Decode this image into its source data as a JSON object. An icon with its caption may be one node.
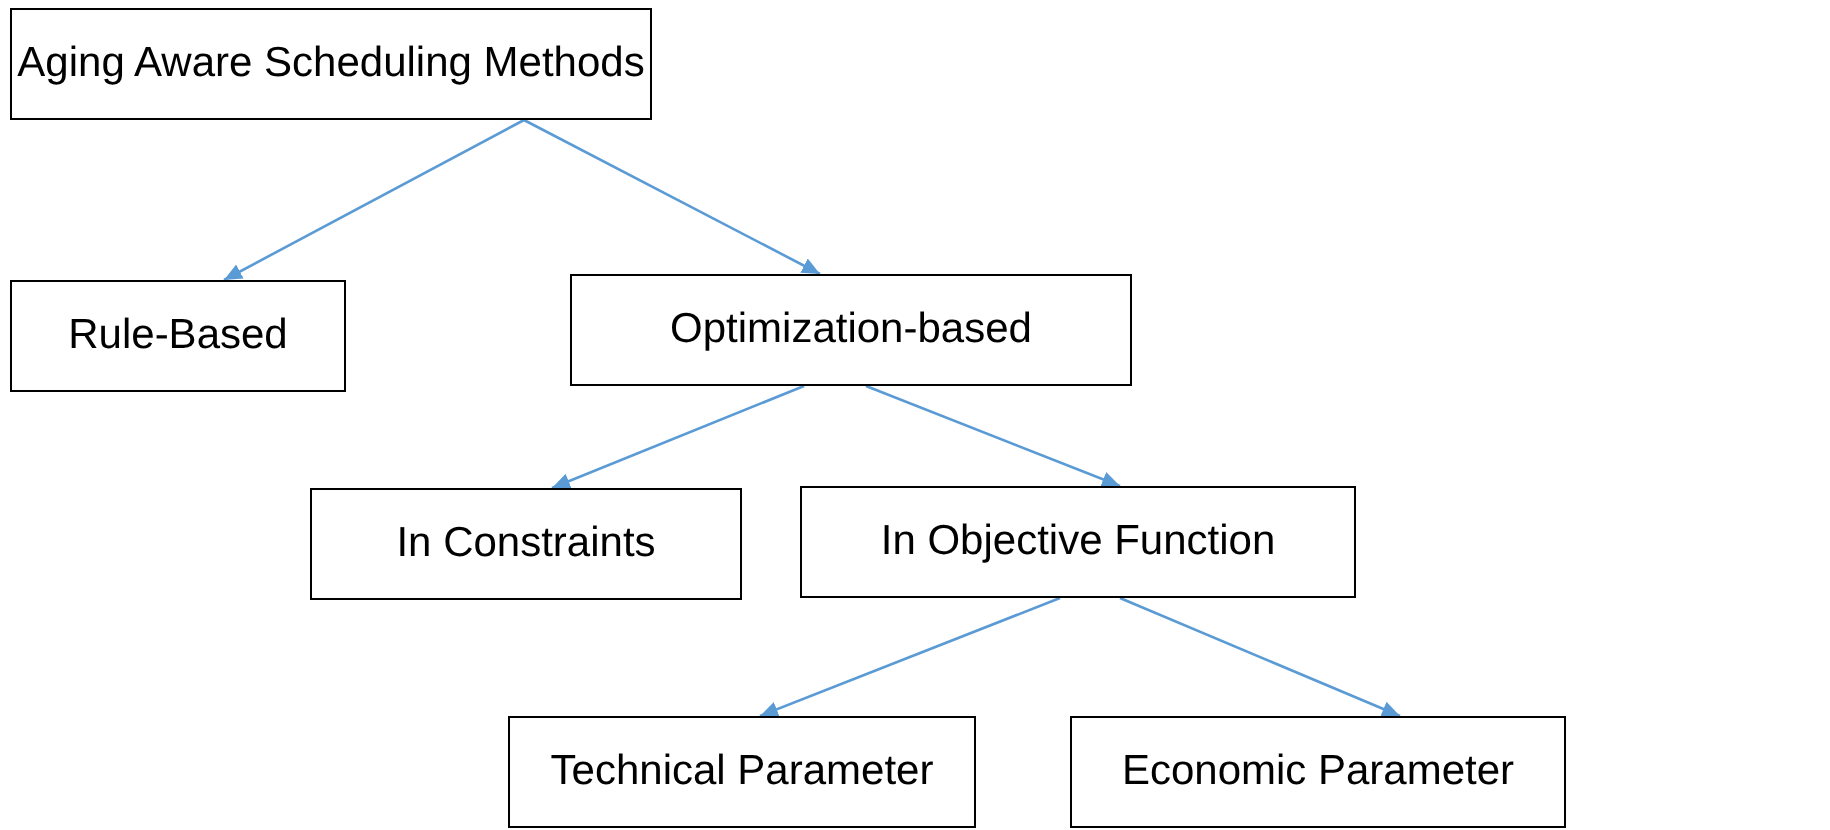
{
  "diagram": {
    "nodes": [
      {
        "text": [
          "Aging Aware Scheduling Methods"
        ]
      },
      {
        "text": [
          "Rule-Based"
        ]
      },
      {
        "text": [
          "Optimization-based"
        ]
      },
      {
        "text": [
          "In Constraints"
        ]
      },
      {
        "text": [
          "In Objective Function"
        ]
      },
      {
        "text": [
          "Technical Parameter"
        ]
      },
      {
        "text": [
          "Economic Parameter"
        ]
      }
    ],
    "edges": [
      {
        "from": 0,
        "to": 1,
        "arrow": "to"
      },
      {
        "from": 0,
        "to": 2,
        "arrow": "to"
      },
      {
        "from": 2,
        "to": 3,
        "arrow": "to"
      },
      {
        "from": 2,
        "to": 4,
        "arrow": "to"
      },
      {
        "from": 4,
        "to": 5,
        "arrow": "to"
      },
      {
        "from": 4,
        "to": 6,
        "arrow": "to"
      }
    ]
  }
}
